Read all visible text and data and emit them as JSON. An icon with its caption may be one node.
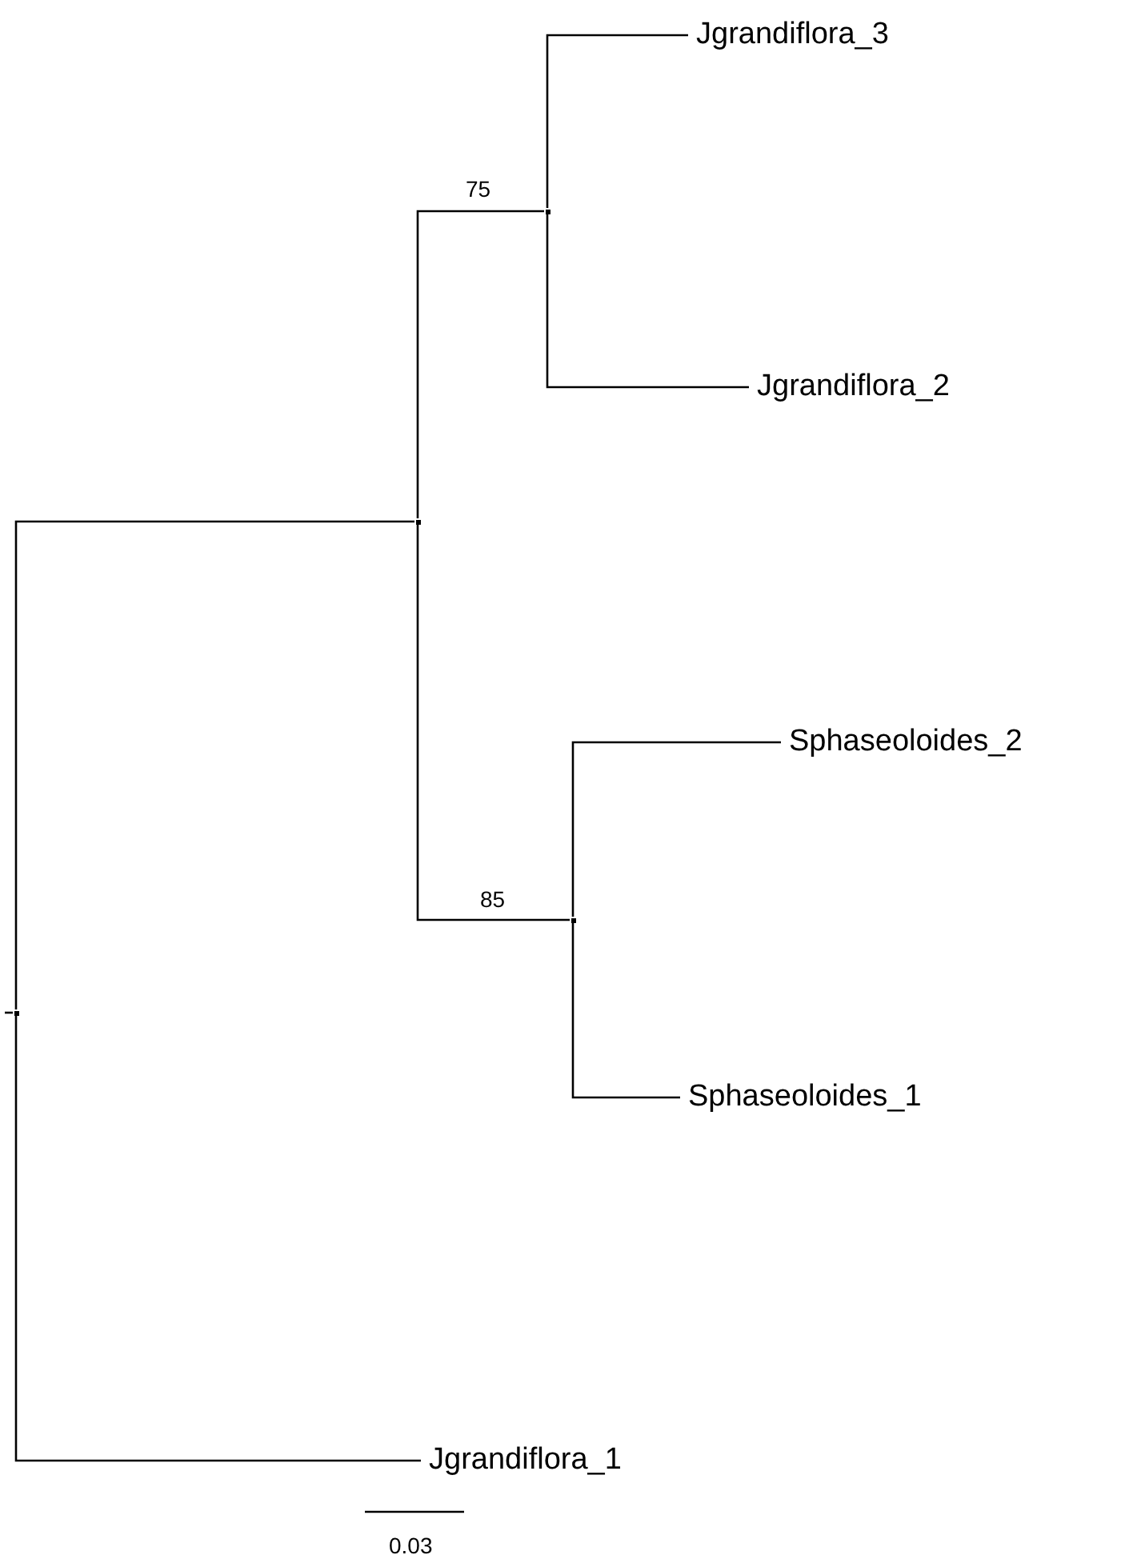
{
  "diagram": {
    "nodes": [
      {
        "text": [],
        "shape": "point"
      },
      {
        "text": [],
        "shape": "point"
      },
      {
        "text": [],
        "shape": "point",
        "beside": [
          "75"
        ]
      },
      {
        "text": [
          "Jgrandiflora_3"
        ]
      },
      {
        "text": [
          "Jgrandiflora_2"
        ]
      },
      {
        "text": [],
        "shape": "point",
        "beside": [
          "85"
        ]
      },
      {
        "text": [
          "Sphaseoloides_2"
        ]
      },
      {
        "text": [
          "Sphaseoloides_1"
        ]
      },
      {
        "text": [
          "Jgrandiflora_1"
        ]
      }
    ],
    "edges": [
      {
        "from": null,
        "to": 0,
        "arrow": "none"
      },
      {
        "from": 0,
        "to": 1,
        "arrow": "none"
      },
      {
        "from": 0,
        "to": 8,
        "arrow": "none"
      },
      {
        "from": 1,
        "to": 2,
        "arrow": "none"
      },
      {
        "from": 1,
        "to": 5,
        "arrow": "none"
      },
      {
        "from": 2,
        "to": 3,
        "arrow": "none"
      },
      {
        "from": 2,
        "to": 4,
        "arrow": "none"
      },
      {
        "from": 5,
        "to": 6,
        "arrow": "none"
      },
      {
        "from": 5,
        "to": 7,
        "arrow": "none"
      }
    ],
    "labels": [
      "0.03"
    ]
  }
}
